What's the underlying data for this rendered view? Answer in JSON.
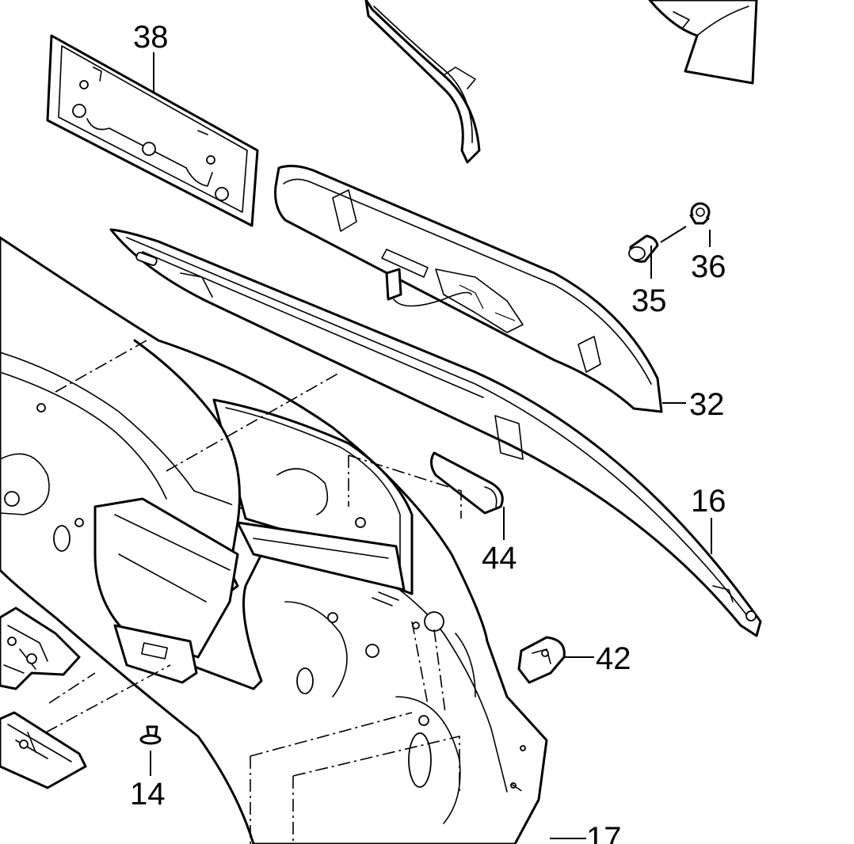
{
  "diagram": {
    "callouts": [
      {
        "id": "38",
        "label": "38"
      },
      {
        "id": "36",
        "label": "36"
      },
      {
        "id": "35",
        "label": "35"
      },
      {
        "id": "32",
        "label": "32"
      },
      {
        "id": "16",
        "label": "16"
      },
      {
        "id": "44",
        "label": "44"
      },
      {
        "id": "42",
        "label": "42"
      },
      {
        "id": "14",
        "label": "14"
      },
      {
        "id": "17",
        "label": "17"
      }
    ]
  },
  "colors": {
    "line": "#000000",
    "background": "#ffffff"
  }
}
